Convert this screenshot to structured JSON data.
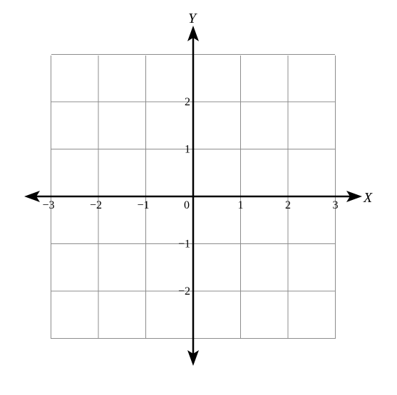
{
  "axes": {
    "x_label": "X",
    "y_label": "Y",
    "x_range": [
      -3,
      3
    ],
    "y_range": [
      -3,
      3
    ]
  },
  "grid": {
    "step": 1,
    "visible": true
  },
  "x_ticks": [
    {
      "value": -3,
      "label": "−3"
    },
    {
      "value": -2,
      "label": "−2"
    },
    {
      "value": -1,
      "label": "−1"
    },
    {
      "value": 1,
      "label": "1"
    },
    {
      "value": 2,
      "label": "2"
    },
    {
      "value": 3,
      "label": "3"
    }
  ],
  "y_ticks": [
    {
      "value": 2,
      "label": "2"
    },
    {
      "value": 1,
      "label": "1"
    },
    {
      "value": -1,
      "label": "−1"
    },
    {
      "value": -2,
      "label": "−2"
    }
  ],
  "origin_label": "0"
}
